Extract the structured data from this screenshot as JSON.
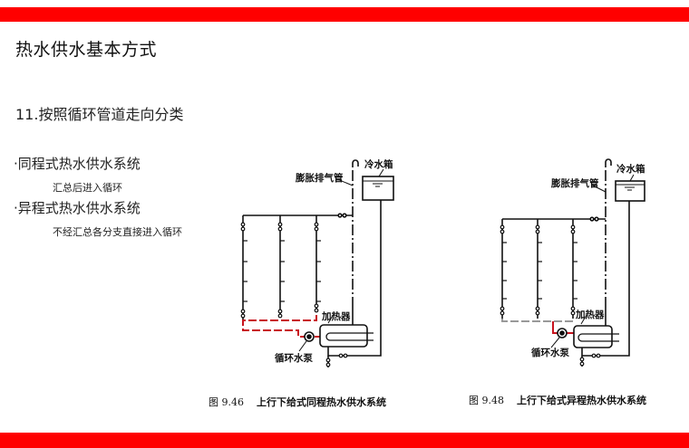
{
  "slide": {
    "title": "热水供水基本方式",
    "subtitle": "11.按照循环管道走向分类",
    "bullets": [
      {
        "label": "·同程式热水供水系统",
        "note": "汇总后进入循环"
      },
      {
        "label": "·异程式热水供水系统",
        "note": "不经汇总各分支直接进入循环"
      }
    ],
    "colors": {
      "accent_bar": "#ff0000",
      "return_pipe_highlight": "#c8141e",
      "return_pipe_grey": "#999999"
    }
  },
  "figures": [
    {
      "caption_number": "图 9.46",
      "caption_text": "上行下给式同程热水供水系统",
      "labels": {
        "vent": "膨胀排气管",
        "tank": "冷水箱",
        "heater": "加热器",
        "pump": "循环水泵"
      }
    },
    {
      "caption_number": "图 9.48",
      "caption_text": "上行下给式异程热水供水系统",
      "labels": {
        "vent": "膨胀排气管",
        "tank": "冷水箱",
        "heater": "加热器",
        "pump": "循环水泵"
      }
    }
  ]
}
